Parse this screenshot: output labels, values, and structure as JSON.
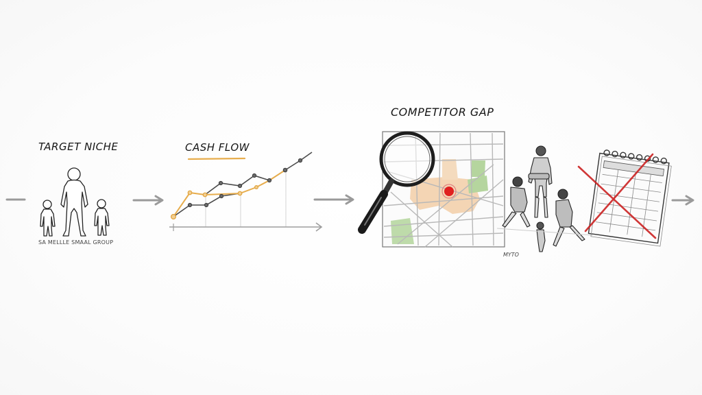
{
  "diagram": {
    "type": "hand-drawn process flow",
    "steps": [
      {
        "id": "target-niche",
        "title": "TARGET NICHE",
        "caption": "SA MELLLE SMAAL GROUP",
        "illustration": "three-people-icon"
      },
      {
        "id": "cash-flow",
        "title": "CASH FLOW",
        "illustration": "line-chart-icon"
      },
      {
        "id": "competitor-gap",
        "title": "COMPETITOR GAP",
        "illustration": "magnifier-over-map-icon",
        "map_hotspot_color": "#e02020",
        "map_zone_colors": {
          "highlight": "#f3cfa8",
          "park": "#a9cf8e"
        },
        "secondary_caption": "MYTO",
        "secondary_illustrations": [
          "athletes-group-icon",
          "crossed-out-calendar-icon"
        ],
        "cross_color": "#cc2222"
      }
    ],
    "arrows": [
      {
        "from": "left-edge",
        "to": "target-niche"
      },
      {
        "from": "target-niche",
        "to": "cash-flow"
      },
      {
        "from": "cash-flow",
        "to": "competitor-gap"
      },
      {
        "from": "competitor-gap",
        "to": "right-edge"
      }
    ],
    "colors": {
      "arrow": "#9a9a9a",
      "ink": "#1a1a1a",
      "accent_orange": "#e7ad4d",
      "series_dark": "#4a4a4a",
      "background": "#fefefe"
    }
  },
  "chart_data": {
    "type": "line",
    "title": "CASH FLOW",
    "xlabel": "",
    "ylabel": "",
    "grid": "sparse vertical guide lines",
    "legend": "none",
    "x": [
      0,
      1,
      2,
      3,
      4,
      5,
      6,
      7,
      8
    ],
    "series": [
      {
        "name": "orange",
        "color": "#e7ad4d",
        "values": [
          1.5,
          5,
          4.8,
          null,
          4.9,
          5.7,
          6.8,
          8.3,
          null
        ]
      },
      {
        "name": "dark-lower",
        "color": "#4a4a4a",
        "values": [
          1.5,
          3.3,
          3.2,
          4.5,
          4.9,
          null,
          null,
          null,
          null
        ]
      },
      {
        "name": "dark-upper",
        "color": "#4a4a4a",
        "values": [
          null,
          null,
          4.8,
          6.5,
          6.0,
          7.5,
          6.8,
          8.3,
          9.7
        ]
      }
    ],
    "ylim": [
      0,
      11
    ]
  }
}
